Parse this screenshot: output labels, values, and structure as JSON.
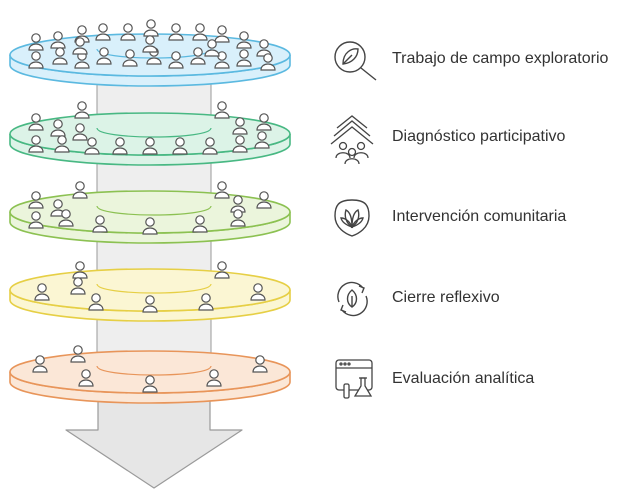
{
  "stages": [
    {
      "label": "Trabajo de campo exploratorio",
      "icon": "search-leaf-icon",
      "color": "#5bb9e0",
      "fill": "#d9f0fb",
      "people": 25
    },
    {
      "label": "Diagnóstico participativo",
      "icon": "community-tree-icon",
      "color": "#48b883",
      "fill": "#dcf3e7",
      "people": 16
    },
    {
      "label": "Intervención comunitaria",
      "icon": "leaf-badge-icon",
      "color": "#8cc152",
      "fill": "#ebf5dc",
      "people": 12
    },
    {
      "label": "Cierre reflexivo",
      "icon": "cycle-leaf-icon",
      "color": "#e6cf45",
      "fill": "#fbf6d3",
      "people": 8
    },
    {
      "label": "Evaluación analítica",
      "icon": "lab-browser-icon",
      "color": "#e8955a",
      "fill": "#fbe7d7",
      "people": 6
    }
  ],
  "colors": {
    "cylinder": "#eeeeee",
    "cylinder_stroke": "#9a9a9a",
    "arrow": "#e6e6e6",
    "person_stroke": "#555555"
  }
}
